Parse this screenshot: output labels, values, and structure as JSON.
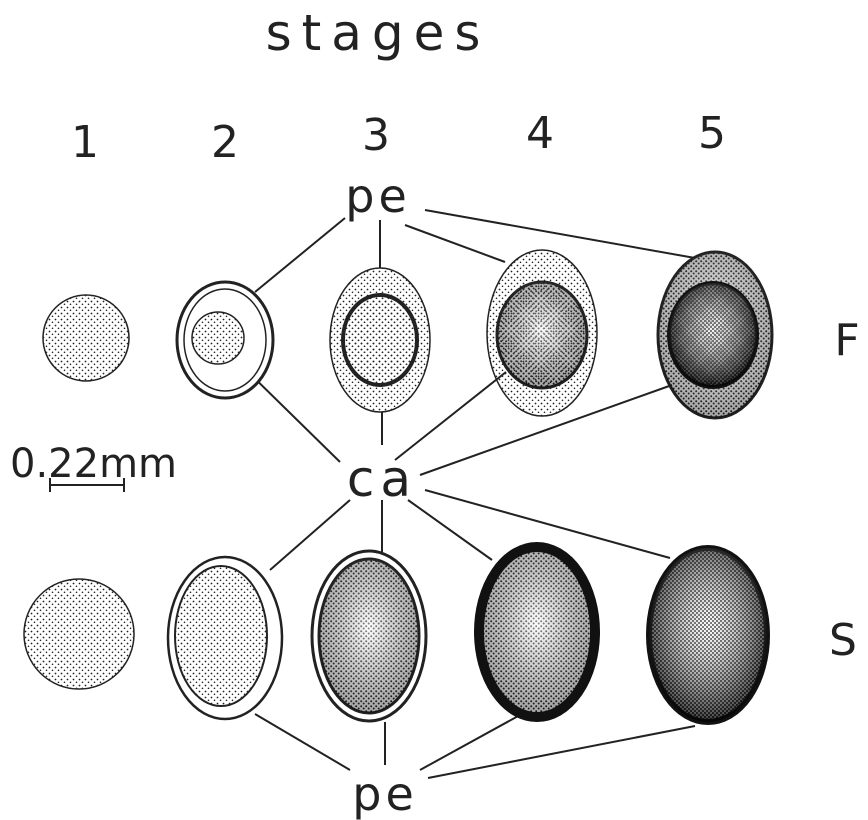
{
  "title": "stages",
  "stage_numbers": [
    "1",
    "2",
    "3",
    "4",
    "5"
  ],
  "labels": {
    "pericarp_top": "pe",
    "capsule": "ca",
    "pericarp_bottom": "pe",
    "row_f": "F",
    "row_s": "S"
  },
  "scale_bar": "0.22mm",
  "colors": {
    "ink": "#222222",
    "paper": "#ffffff"
  }
}
